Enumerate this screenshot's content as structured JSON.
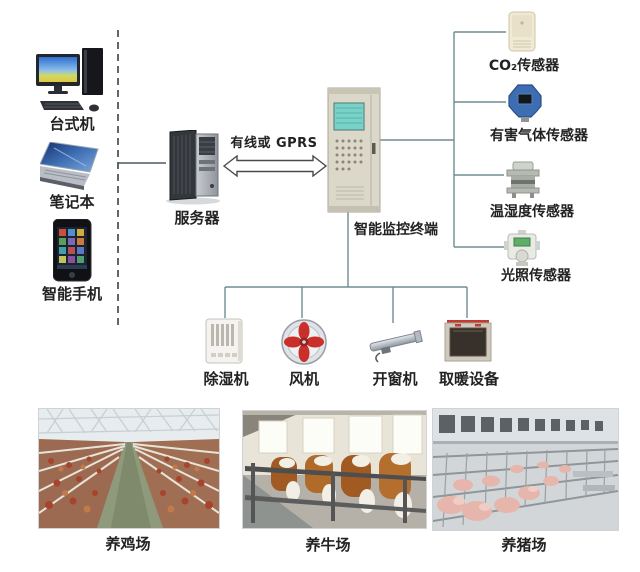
{
  "clients": {
    "desktop": {
      "label": "台式机"
    },
    "laptop": {
      "label": "笔记本"
    },
    "phone": {
      "label": "智能手机"
    }
  },
  "server": {
    "label": "服务器"
  },
  "link": {
    "label": "有线或 GPRS"
  },
  "terminal": {
    "label": "智能监控终端"
  },
  "sensors": [
    {
      "label": "CO₂传感器"
    },
    {
      "label": "有害气体传感器"
    },
    {
      "label": "温湿度传感器"
    },
    {
      "label": "光照传感器"
    }
  ],
  "actuators": [
    {
      "label": "除湿机"
    },
    {
      "label": "风机"
    },
    {
      "label": "开窗机"
    },
    {
      "label": "取暖设备"
    }
  ],
  "farms": [
    {
      "label": "养鸡场"
    },
    {
      "label": "养牛场"
    },
    {
      "label": "养猪场"
    }
  ],
  "colors": {
    "wire": "#6f8d92",
    "dashed_bus": "#3f3f3f",
    "cabinet_body": "#dbd7c9",
    "cabinet_screen": "#79d2c8",
    "gas_sensor_blue": "#3d6db2",
    "fan_red": "#c9302a",
    "heater_red": "#c23b2e"
  }
}
